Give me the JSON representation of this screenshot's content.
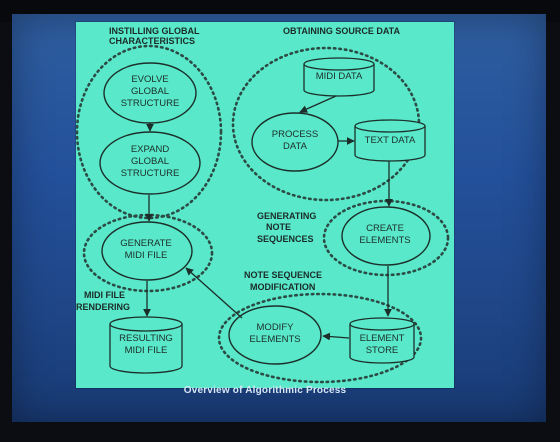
{
  "slide": {
    "headings": {
      "global": [
        "INSTILLING GLOBAL",
        "CHARACTERISTICS"
      ],
      "source": [
        "OBTAINING SOURCE DATA"
      ],
      "sequences": [
        "GENERATING",
        "NOTE",
        "SEQUENCES"
      ],
      "modification": [
        "NOTE SEQUENCE",
        "MODIFICATION"
      ],
      "rendering": [
        "MIDI FILE",
        "RENDERING"
      ]
    },
    "nodes": {
      "evolve": [
        "EVOLVE",
        "GLOBAL",
        "STRUCTURE"
      ],
      "expand": [
        "EXPAND",
        "GLOBAL",
        "STRUCTURE"
      ],
      "generate": [
        "GENERATE",
        "MIDI FILE"
      ],
      "result": [
        "RESULTING",
        "MIDI FILE"
      ],
      "midi": [
        "MIDI DATA"
      ],
      "process": [
        "PROCESS",
        "DATA"
      ],
      "text": [
        "TEXT DATA"
      ],
      "create": [
        "CREATE",
        "ELEMENTS"
      ],
      "modify": [
        "MODIFY",
        "ELEMENTS"
      ],
      "store": [
        "ELEMENT",
        "STORE"
      ]
    },
    "caption": "Overview of Algorithmic Process"
  },
  "colors": {
    "slide_background": "#59e8c9",
    "projection_screen": "#2a579c",
    "room": "#0b0d12",
    "ink": "#1c2e2a"
  }
}
